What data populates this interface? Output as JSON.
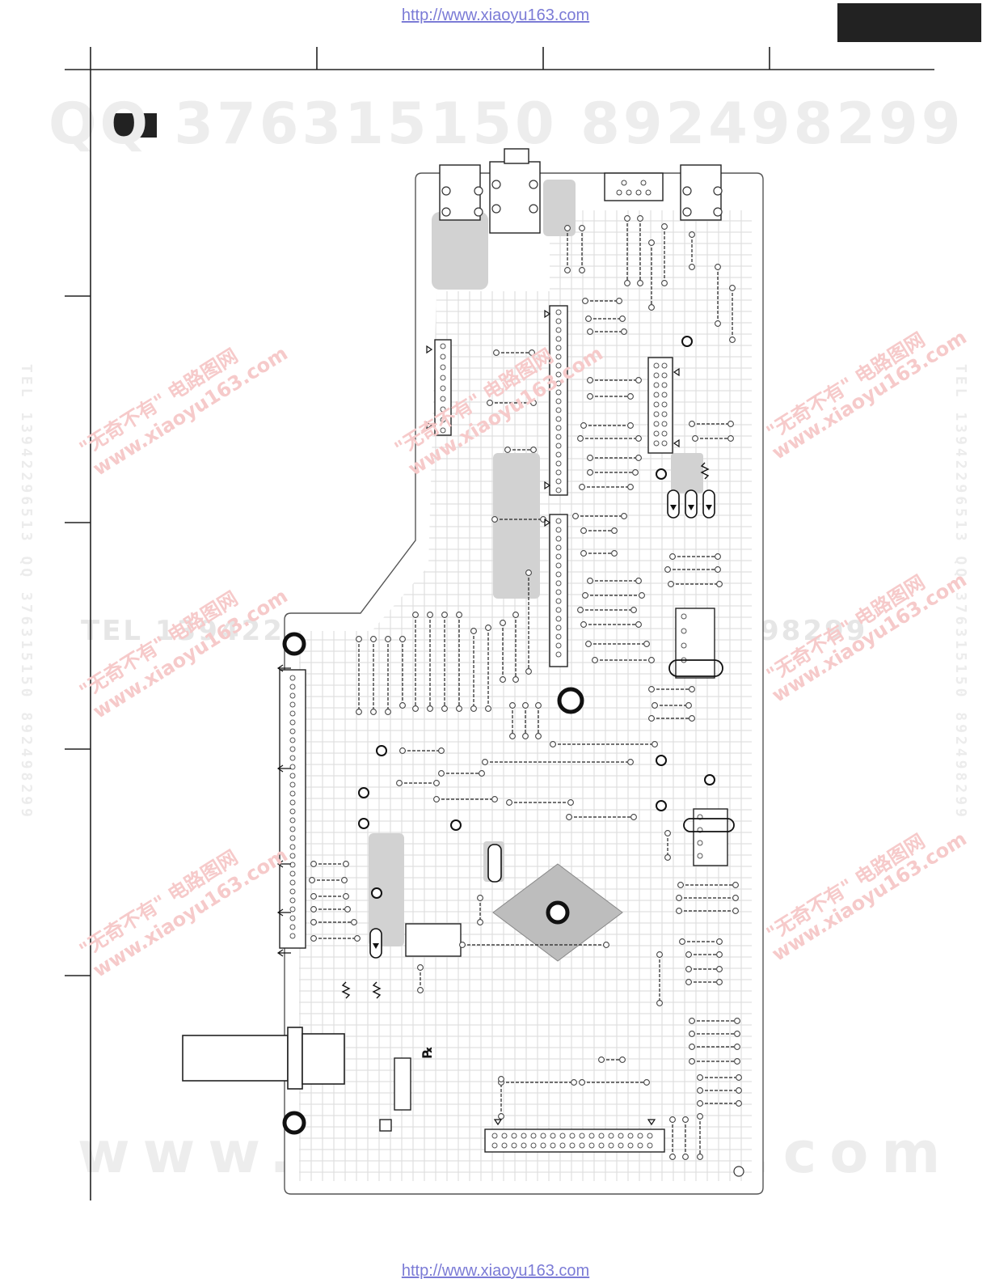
{
  "header": {
    "url_top": "http://www.xiaoyu163.com",
    "url_bottom": "http://www.xiaoyu163.com"
  },
  "watermarks": {
    "qq_numbers": "QQ 376315150    892498299",
    "mid_row": "TEL 13942296513    QQ 376315150    892498299",
    "site_bottom": "www.xiaoyu163.com",
    "diagonal_cn": "\"无奇不有\" 电路图网",
    "diagonal_site": "www.xiaoyu163.com",
    "side_text": "TEL 13942296513 QQ 376315150 892498299"
  },
  "colors": {
    "trace": "#c8c8c8",
    "copper": "#d4d4d4",
    "outline": "#444444",
    "ink": "#222222",
    "watermark_red": "#f6caca"
  }
}
